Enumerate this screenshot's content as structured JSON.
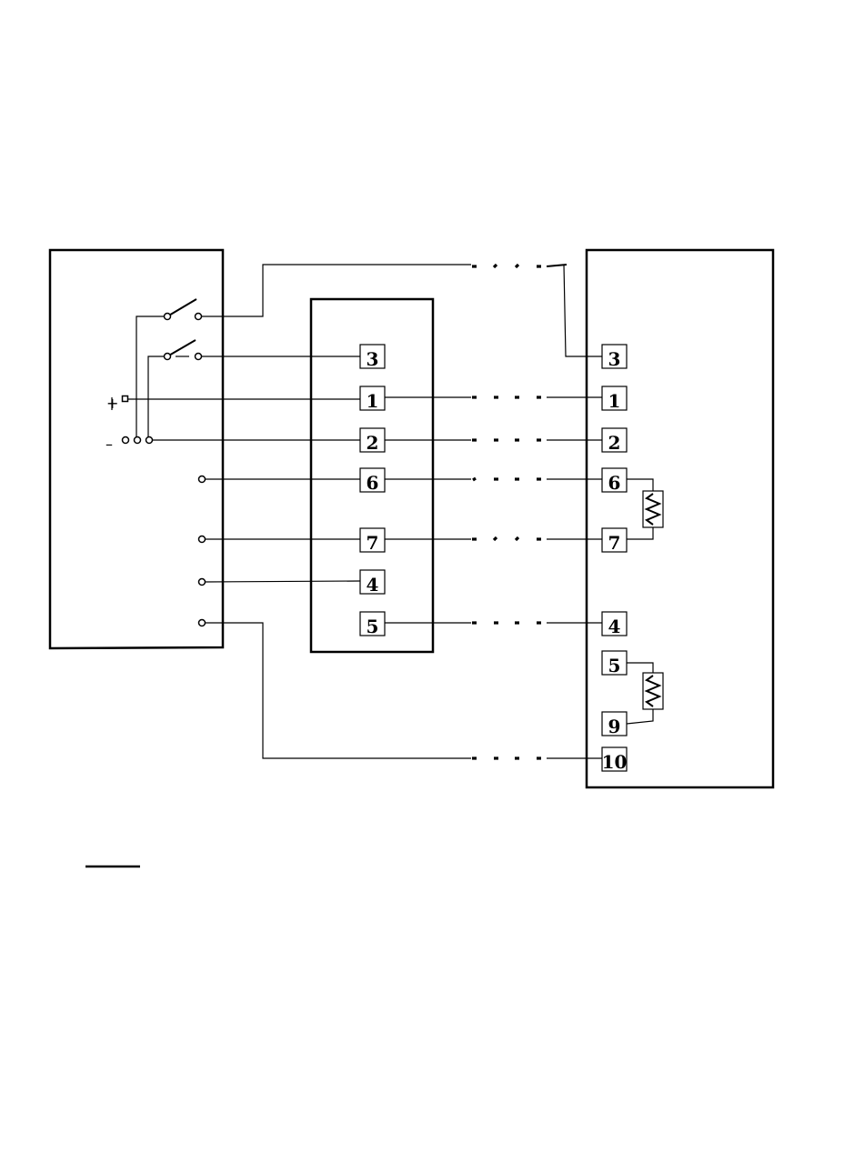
{
  "controller_terminals": {
    "plus_label": "+",
    "minus_label": "–"
  },
  "junction_box": {
    "terminals": [
      "3",
      "1",
      "2",
      "6",
      "7",
      "4",
      "5"
    ]
  },
  "device": {
    "terminals": [
      "3",
      "1",
      "2",
      "6",
      "7",
      "4",
      "5",
      "9",
      "10"
    ]
  },
  "colors": {
    "line": "#000000",
    "background": "#ffffff"
  }
}
